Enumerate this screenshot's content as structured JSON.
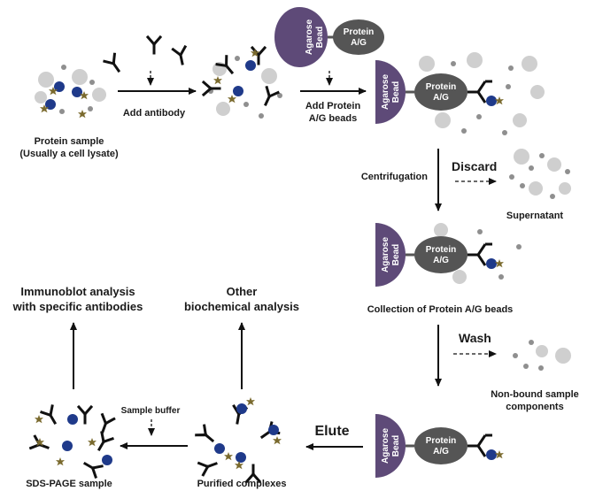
{
  "labels": {
    "protein_sample_1": "Protein sample",
    "protein_sample_2": "(Usually a cell lysate)",
    "add_antibody": "Add antibody",
    "add_beads_1": "Add Protein",
    "add_beads_2": "A/G beads",
    "centrifugation": "Centrifugation",
    "discard": "Discard",
    "supernatant": "Supernatant",
    "collection": "Collection of Protein A/G beads",
    "wash": "Wash",
    "nonbound_1": "Non-bound  sample",
    "nonbound_2": "components",
    "elute": "Elute",
    "purified": "Purified complexes",
    "sample_buffer": "Sample buffer",
    "sds_page": "SDS-PAGE sample",
    "other_1": "Other",
    "other_2": "biochemical analysis",
    "immunoblot_1": "Immunoblot analysis",
    "immunoblot_2": "with specific antibodies"
  },
  "bead": {
    "line1": "Agarose",
    "line2": "Bead",
    "protein_1": "Protein",
    "protein_2": "A/G"
  },
  "colors": {
    "bead": "#5e4a78",
    "protein_ag": "#555555",
    "target_protein": "#1f3a8a",
    "contaminant_large": "#cfcfcf",
    "contaminant_small": "#8f8f8f",
    "antigen_star": "#7a6a2e",
    "arrow": "#111111"
  }
}
